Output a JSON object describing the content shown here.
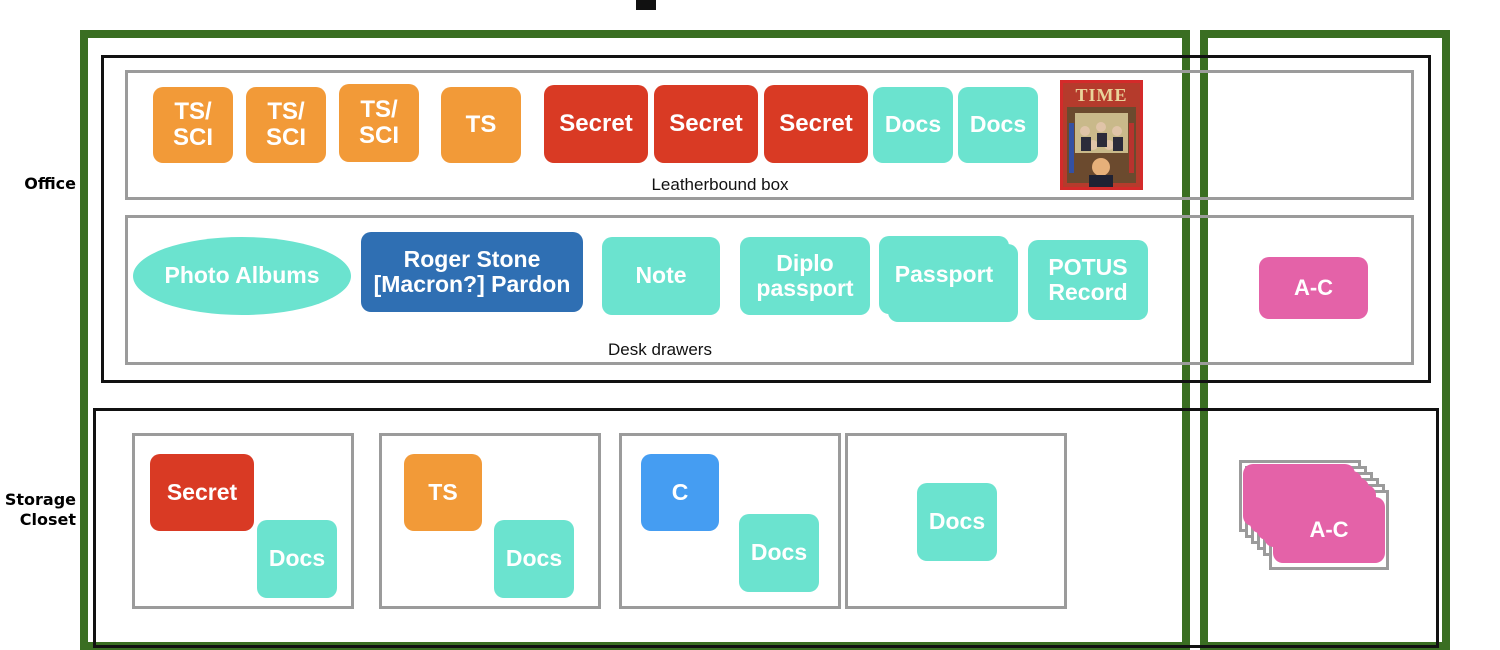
{
  "labels": {
    "office": "Office",
    "storage_closet": "Storage\nCloset",
    "leatherbound_box": "Leatherbound box",
    "desk_drawers": "Desk drawers"
  },
  "leatherbound_box": {
    "items": [
      {
        "label": "TS/\nSCI",
        "class": "TS/SCI"
      },
      {
        "label": "TS/\nSCI",
        "class": "TS/SCI"
      },
      {
        "label": "TS/\nSCI",
        "class": "TS/SCI"
      },
      {
        "label": "TS",
        "class": "TS"
      },
      {
        "label": "Secret",
        "class": "Secret"
      },
      {
        "label": "Secret",
        "class": "Secret"
      },
      {
        "label": "Secret",
        "class": "Secret"
      },
      {
        "label": "Docs",
        "class": "Docs"
      },
      {
        "label": "Docs",
        "class": "Docs"
      }
    ],
    "magazine_title": "TIME"
  },
  "desk_drawers": {
    "items": [
      {
        "label": "Photo Albums"
      },
      {
        "label": "Roger Stone\n[Macron?] Pardon"
      },
      {
        "label": "Note"
      },
      {
        "label": "Diplo\npassport"
      },
      {
        "label": "Passport"
      },
      {
        "label": "POTUS\nRecord"
      }
    ]
  },
  "office_right": {
    "label": "A-C"
  },
  "storage_boxes": [
    {
      "classified": "Secret",
      "docs": "Docs"
    },
    {
      "classified": "TS",
      "docs": "Docs"
    },
    {
      "classified": "C",
      "docs": "Docs"
    },
    {
      "docs": "Docs"
    }
  ],
  "storage_right": {
    "label": "A-C"
  },
  "colors": {
    "green_frame": "#3a6e22",
    "ts": "#f29a38",
    "secret": "#d93a24",
    "docs": "#6be3cf",
    "pardon": "#2f6fb3",
    "confidential": "#459df2",
    "ac": "#e462a8"
  }
}
